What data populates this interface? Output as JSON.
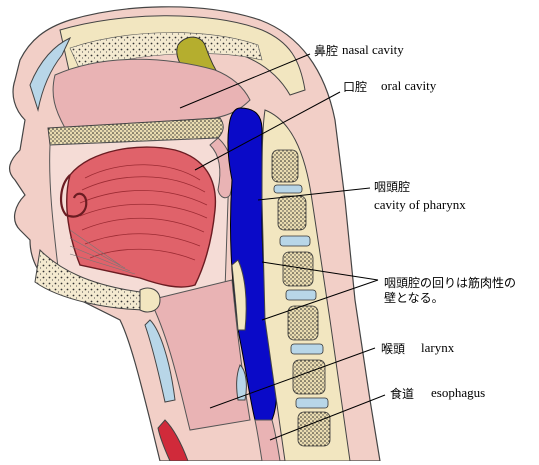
{
  "labels": {
    "nasal_jp": "鼻腔",
    "nasal_en": "nasal cavity",
    "oral_jp": "口腔",
    "oral_en": "oral cavity",
    "pharynx_jp": "咽頭腔",
    "pharynx_en": "cavity of pharynx",
    "muscle_note_line1": "咽頭腔の回りは筋肉性の",
    "muscle_note_line2": "壁となる。",
    "larynx_jp": "喉頭",
    "larynx_en": "larynx",
    "esophagus_jp": "食道",
    "esophagus_en": "esophagus"
  },
  "colors": {
    "skin": "#f2cfc7",
    "tissue": "#e9b3b4",
    "bone": "#f2e6c0",
    "pharynx": "#0a0ac8",
    "tongue": "#e0626a",
    "sinus": "#b5ae2e",
    "cartilage": "#b8d6e8",
    "muscle_band": "#d02a3a"
  }
}
